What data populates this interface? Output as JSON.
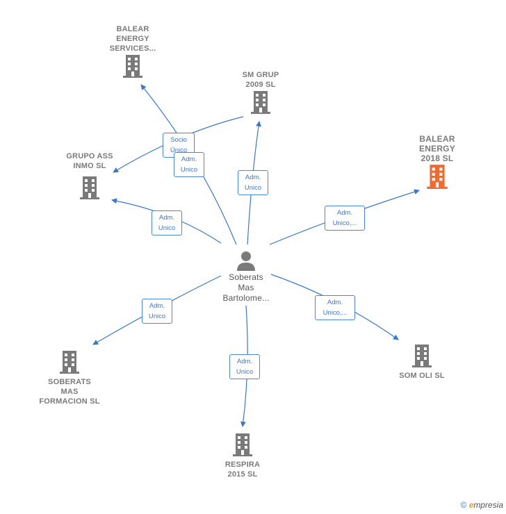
{
  "center": {
    "name": "Soberats\nMas\nBartolome...",
    "icon": "person-icon"
  },
  "companies": {
    "balear_services": {
      "name": "BALEAR\nENERGY\nSERVICES...",
      "icon": "building-icon"
    },
    "sm_grup": {
      "name": "SM GRUP\n2009 SL",
      "icon": "building-icon"
    },
    "balear_2018": {
      "name": "BALEAR\nENERGY\n2018  SL",
      "icon": "building-icon",
      "highlight_color": "#f26a2e"
    },
    "grupo_ass": {
      "name": "GRUPO ASS\nINMO SL",
      "icon": "building-icon"
    },
    "soberats_formacion": {
      "name": "SOBERATS\nMAS\nFORMACION SL",
      "icon": "building-icon"
    },
    "respira": {
      "name": "RESPIRA\n2015  SL",
      "icon": "building-icon"
    },
    "som_oli": {
      "name": "SOM OLI  SL",
      "icon": "building-icon"
    }
  },
  "edges": {
    "socio_unico": "Socio\nÚnico",
    "adm_unico_services": "Adm.\nUnico",
    "adm_unico_sm": "Adm.\nUnico",
    "adm_unico_2018": "Adm.\nUnico,...",
    "adm_unico_grupo": "Adm.\nUnico",
    "adm_unico_formacion": "Adm.\nUnico",
    "adm_unico_respira": "Adm.\nUnico",
    "adm_unico_somoli": "Adm.\nUnico,..."
  },
  "colors": {
    "edge": "#3a78cc",
    "node_gray": "#7a7a7a",
    "highlight": "#f26a2e"
  },
  "footer": {
    "copyright": "©",
    "brand_e": "e",
    "brand_rest": "mpresia"
  }
}
